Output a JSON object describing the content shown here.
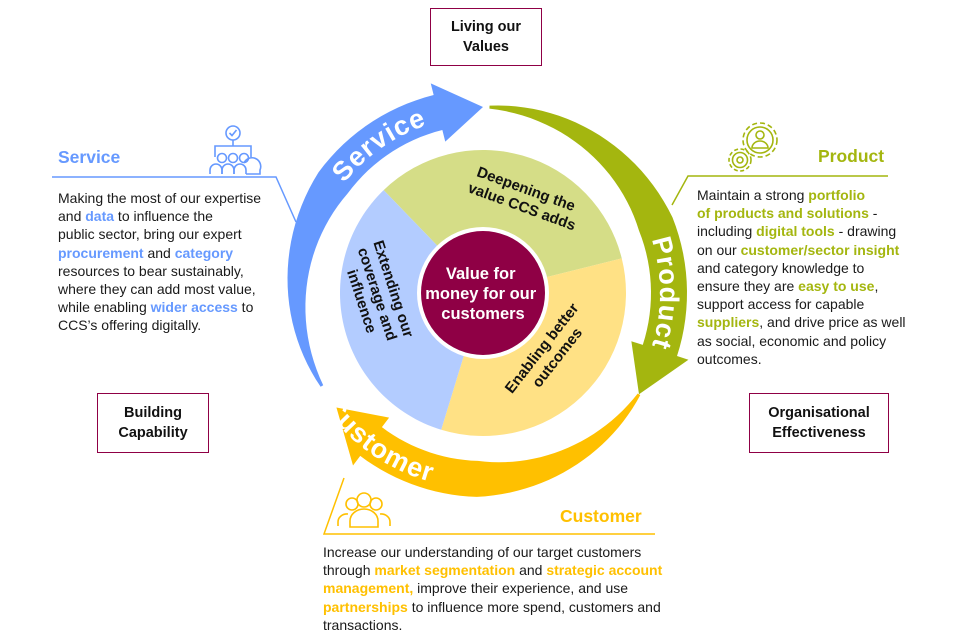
{
  "colors": {
    "service": "#6699ff",
    "product": "#a4b60f",
    "customer": "#ffc000",
    "center": "#8f0045",
    "box_border": "#8f0045",
    "segment_green": "#d5dd87",
    "segment_yellow": "#ffe185",
    "segment_blue": "#b3ccff"
  },
  "boxes": {
    "top": "Living our Values",
    "left": "Building Capability",
    "right": "Organisational Effectiveness"
  },
  "cycle": {
    "service_arrow": "Service",
    "product_arrow": "Product",
    "customer_arrow": "Customer"
  },
  "center": {
    "lines": [
      "Value for",
      "money for our",
      "customers"
    ]
  },
  "segments": {
    "deepening": [
      "Deepening the",
      "value CCS adds"
    ],
    "enabling": [
      "Enabling better",
      "outcomes"
    ],
    "extending": [
      "Extending our",
      "coverage and",
      "influence"
    ]
  },
  "panels": {
    "service": {
      "heading": "Service",
      "icon": "team-hierarchy-check-icon",
      "lines": [
        [
          {
            "t": "Making the most of our expertise"
          }
        ],
        [
          {
            "t": "and "
          },
          {
            "t": "data",
            "hl": true
          },
          {
            "t": " to influence the"
          }
        ],
        [
          {
            "t": "public sector, bring our expert"
          }
        ],
        [
          {
            "t": "procurement",
            "hl": true
          },
          {
            "t": " and "
          },
          {
            "t": "category",
            "hl": true
          }
        ],
        [
          {
            "t": "resources to bear sustainably,"
          }
        ],
        [
          {
            "t": "where they can add most value,"
          }
        ],
        [
          {
            "t": "while enabling "
          },
          {
            "t": "wider access",
            "hl": true
          },
          {
            "t": " to"
          }
        ],
        [
          {
            "t": "CCS’s offering digitally."
          }
        ]
      ]
    },
    "product": {
      "heading": "Product",
      "icon": "gears-person-icon",
      "lines": [
        [
          {
            "t": "Maintain a strong "
          },
          {
            "t": "portfolio",
            "hl": true
          }
        ],
        [
          {
            "t": "of products and solutions",
            "hl": true
          },
          {
            "t": " -"
          }
        ],
        [
          {
            "t": "including "
          },
          {
            "t": "digital tools",
            "hl": true
          },
          {
            "t": " - drawing"
          }
        ],
        [
          {
            "t": "on our "
          },
          {
            "t": "customer/sector insight",
            "hl": true
          }
        ],
        [
          {
            "t": "and category knowledge to"
          }
        ],
        [
          {
            "t": "ensure they are "
          },
          {
            "t": "easy to use",
            "hl": true
          },
          {
            "t": ","
          }
        ],
        [
          {
            "t": "support access for capable"
          }
        ],
        [
          {
            "t": "suppliers",
            "hl": true
          },
          {
            "t": ", and drive price as well"
          }
        ],
        [
          {
            "t": "as social, economic and policy"
          }
        ],
        [
          {
            "t": "outcomes."
          }
        ]
      ]
    },
    "customer": {
      "heading": "Customer",
      "icon": "people-group-icon",
      "lines": [
        [
          {
            "t": "Increase our understanding of our target customers"
          }
        ],
        [
          {
            "t": "through "
          },
          {
            "t": "market segmentation",
            "hl": true
          },
          {
            "t": " and "
          },
          {
            "t": "strategic account",
            "hl": true
          }
        ],
        [
          {
            "t": "management,",
            "hl": true
          },
          {
            "t": " improve their experience, and use"
          }
        ],
        [
          {
            "t": "partnerships",
            "hl": true
          },
          {
            "t": " to influence more spend, customers and"
          }
        ],
        [
          {
            "t": "transactions."
          }
        ]
      ]
    }
  }
}
